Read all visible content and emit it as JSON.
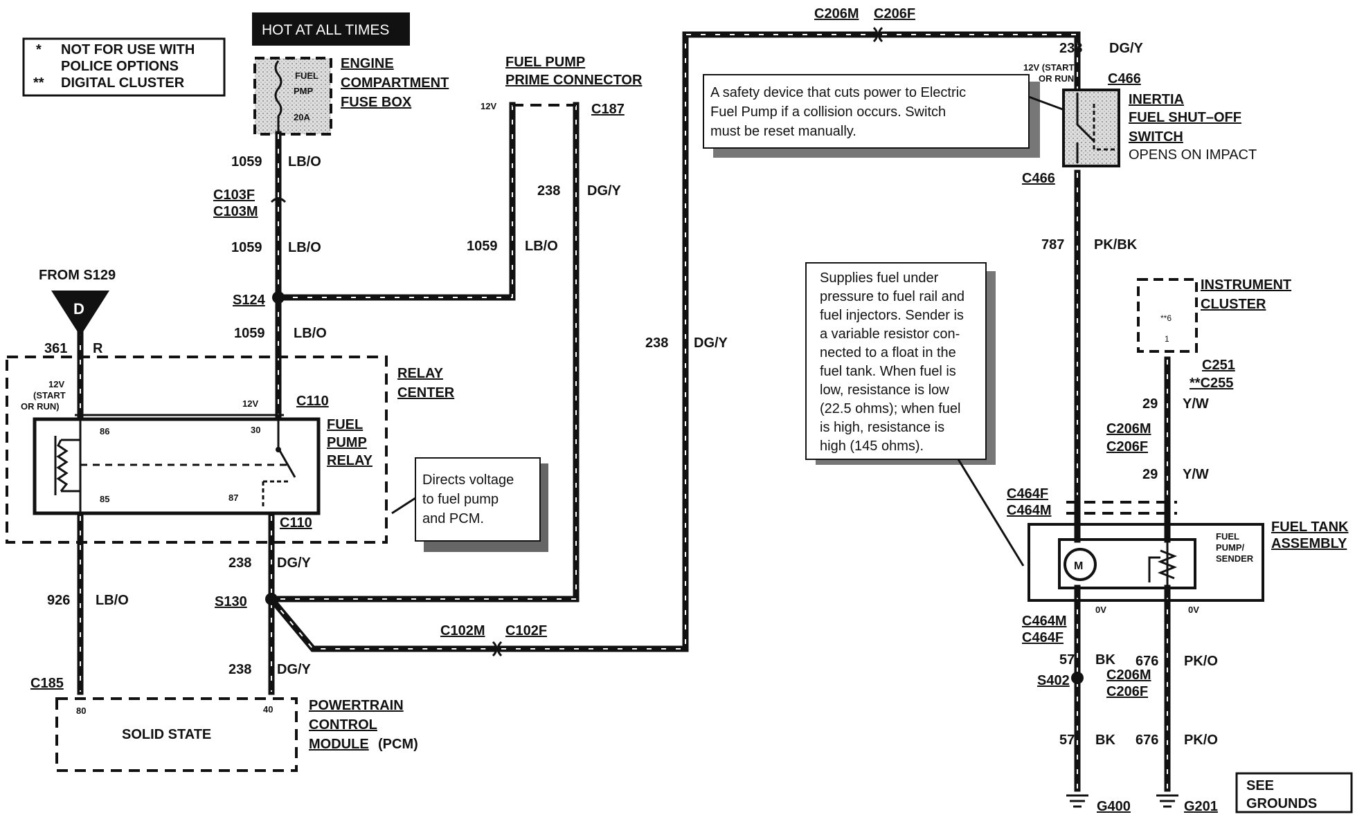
{
  "legend": {
    "line1_sym": "*",
    "line1_text": "NOT FOR USE WITH",
    "line2_text": "POLICE OPTIONS",
    "line3_sym": "**",
    "line3_text": "DIGITAL CLUSTER"
  },
  "hot": "HOT AT ALL TIMES",
  "fusebox": {
    "fuse_l1": "FUEL",
    "fuse_l2": "PMP",
    "fuse_l3": "20A",
    "t1": "ENGINE",
    "t2": "COMPARTMENT",
    "t3": "FUSE BOX"
  },
  "prime": {
    "t1": "FUEL PUMP",
    "t2": "PRIME CONNECTOR",
    "v": "12V",
    "conn": "C187"
  },
  "top_conn": {
    "a": "C206M",
    "b": "C206F"
  },
  "inertia": {
    "num": "238",
    "color": "DG/Y",
    "v1": "12V (START",
    "v2": "OR RUN)",
    "conn_top": "C466",
    "t1": "INERTIA",
    "t2": "FUEL SHUT–OFF",
    "t3": "SWITCH",
    "t4": "OPENS ON IMPACT",
    "conn_bot": "C466"
  },
  "note_inertia": {
    "l1": "A safety device that cuts power to Electric",
    "l2": "Fuel Pump if a collision occurs. Switch",
    "l3": "must be reset manually."
  },
  "wires": {
    "w1059a": "1059",
    "w1059a_c": "LB/O",
    "c103f": "C103F",
    "c103m": "C103M",
    "w1059b": "1059",
    "w1059b_c": "LB/O",
    "w1059c": "1059",
    "w1059c_c": "LB/O",
    "s124": "S124",
    "w1059d": "1059",
    "w1059d_c": "LB/O",
    "w238a": "238",
    "w238a_c": "DG/Y",
    "w238b": "238",
    "w238b_c": "DG/Y",
    "w787": "787",
    "w787_c": "PK/BK",
    "w361": "361",
    "w361_c": "R",
    "w926": "926",
    "w926_c": "LB/O",
    "s130": "S130",
    "w238c": "238",
    "w238c_c": "DG/Y",
    "w238d": "238",
    "w238d_c": "DG/Y",
    "c185": "C185",
    "c102m": "C102M",
    "c102f": "C102F"
  },
  "from": {
    "text": "FROM S129",
    "letter": "D"
  },
  "relay": {
    "v_left1": "12V",
    "v_left2": "(START",
    "v_left3": "OR RUN)",
    "v_right": "12V",
    "c110_top": "C110",
    "t1": "RELAY",
    "t2": "CENTER",
    "r1": "FUEL",
    "r2": "PUMP",
    "r3": "RELAY",
    "p86": "86",
    "p85": "85",
    "p30": "30",
    "p87": "87",
    "c110_bot": "C110"
  },
  "note_relay": {
    "l1": "Directs voltage",
    "l2": "to fuel pump",
    "l3": "and PCM."
  },
  "pcm": {
    "p80": "80",
    "p40": "40",
    "body": "SOLID STATE",
    "t1": "POWERTRAIN",
    "t2": "CONTROL",
    "t3": "MODULE",
    "t3b": "(PCM)"
  },
  "note_sender": {
    "l1": "Supplies fuel under",
    "l2": "pressure to fuel rail and",
    "l3": "fuel injectors. Sender is",
    "l4": "a variable resistor con-",
    "l5": "nected to a float in the",
    "l6": "fuel tank. When fuel is",
    "l7": "low, resistance is low",
    "l8": "(22.5 ohms); when fuel",
    "l9": "is high, resistance is",
    "l10": "high (145 ohms)."
  },
  "cluster": {
    "t1": "INSTRUMENT",
    "t2": "CLUSTER",
    "pin_a": "**6",
    "pin_b": "1",
    "c251": "C251",
    "c255": "**C255"
  },
  "right": {
    "w29a": "29",
    "w29a_c": "Y/W",
    "c206m": "C206M",
    "c206f": "C206F",
    "w29b": "29",
    "w29b_c": "Y/W",
    "c464f": "C464F",
    "c464m": "C464M",
    "tank_t1": "FUEL TANK",
    "tank_t2": "ASSEMBLY",
    "pump1": "FUEL",
    "pump2": "PUMP/",
    "pump3": "SENDER",
    "motor": "M",
    "ov1": "0V",
    "ov2": "0V",
    "c464m_b": "C464M",
    "c464f_b": "C464F",
    "w57a": "57",
    "w57a_c": "BK",
    "w676a": "676",
    "w676a_c": "PK/O",
    "s402": "S402",
    "c206m_b": "C206M",
    "c206f_b": "C206F",
    "w57b": "57",
    "w57b_c": "BK",
    "w676b": "676",
    "w676b_c": "PK/O",
    "g400": "G400",
    "g201": "G201",
    "see1": "SEE",
    "see2": "GROUNDS"
  }
}
